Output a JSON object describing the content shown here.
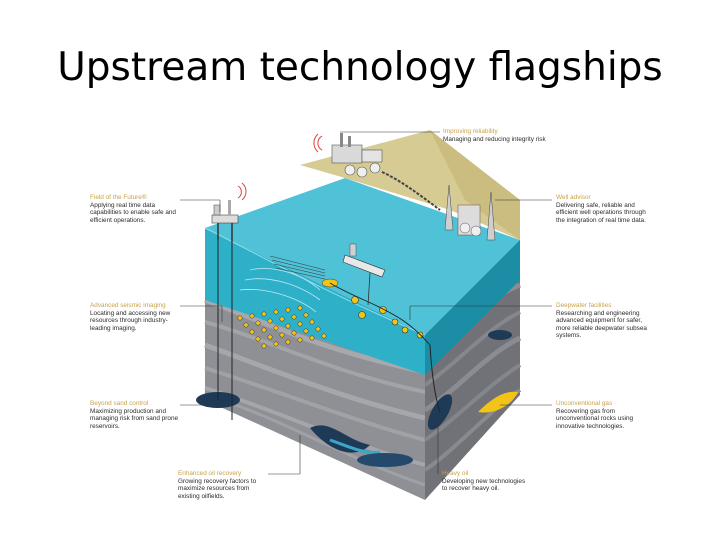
{
  "slide": {
    "title": "Upstream technology flagships"
  },
  "callouts": [
    {
      "id": "top-center",
      "title": "Improving reliability",
      "text": "Managing and reducing integrity risk"
    },
    {
      "id": "left-1",
      "title": "Field of the Future®",
      "text": "Applying real time data capabilities to enable safe and efficient operations."
    },
    {
      "id": "right-1",
      "title": "Well advisor",
      "text": "Delivering safe, reliable and efficient well operations through the integration of real time data."
    },
    {
      "id": "left-2",
      "title": "Advanced seismic imaging",
      "text": "Locating and accessing new resources through industry-leading imaging."
    },
    {
      "id": "right-2",
      "title": "Deepwater facilities",
      "text": "Researching and engineering advanced equipment for safer, more reliable deepwater subsea systems."
    },
    {
      "id": "left-3",
      "title": "Beyond sand control",
      "text": "Maximizing production and managing risk from sand prone reservoirs."
    },
    {
      "id": "right-3",
      "title": "Unconventional gas",
      "text": "Recovering gas from unconventional rocks using innovative technologies."
    },
    {
      "id": "bottom-1",
      "title": "Enhanced oil recovery",
      "text": "Growing recovery factors to maximize resources from existing oilfields."
    },
    {
      "id": "bottom-2",
      "title": "Heavy oil",
      "text": "Developing new technologies to recover heavy oil."
    }
  ],
  "colors": {
    "sea": "#2eb0c9",
    "sea_dark": "#1b8ea6",
    "land": "#d7cb94",
    "rock_front": "#8d8f94",
    "rock_side": "#6f7176",
    "reservoir": "#1f3a57",
    "accent": "#f2c418",
    "title_gold": "#c9a24a"
  }
}
